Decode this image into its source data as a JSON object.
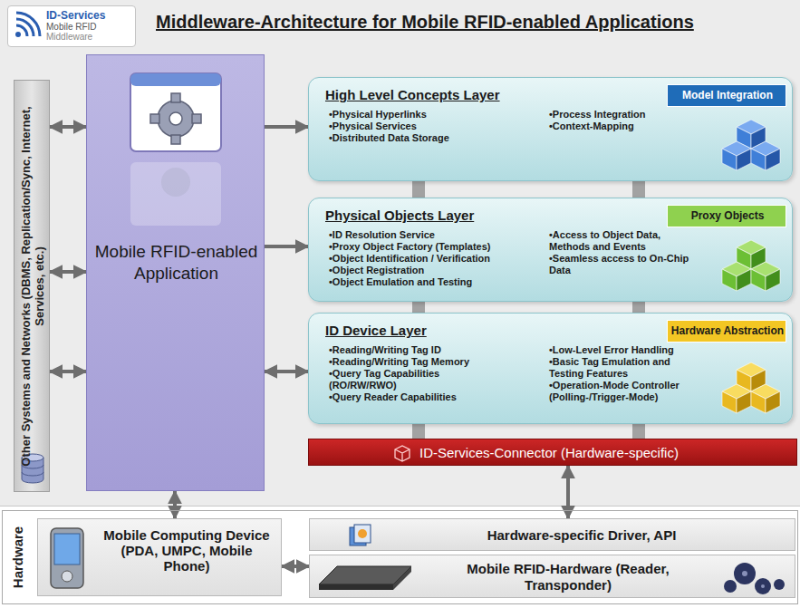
{
  "diagram": {
    "title": "Middleware-Architecture for Mobile RFID-enabled Applications",
    "nodes": [
      {
        "text": [
          "ID-Services",
          "Mobile RFID",
          "Middleware"
        ]
      },
      {
        "text": [
          "Other Systems and Networks (DBMS, Replication/Sync, Internet, Services, etc.)"
        ]
      },
      {
        "text": [
          "Mobile RFID-enabled Application"
        ]
      },
      {
        "text": [
          "High Level Concepts Layer",
          "•Physical Hyperlinks",
          "•Physical Services",
          "•Distributed Data Storage",
          "•Process Integration",
          "•Context-Mapping"
        ]
      },
      {
        "text": [
          "Model Integration"
        ],
        "in": 3
      },
      {
        "text": [
          "Physical Objects Layer",
          "•ID Resolution Service",
          "•Proxy Object Factory (Templates)",
          "•Object Identification / Verification",
          "•Object Registration",
          "•Object Emulation and Testing",
          "•Access to Object Data, Methods and Events",
          "•Seamless access to On-Chip Data"
        ]
      },
      {
        "text": [
          "Proxy Objects"
        ],
        "in": 5
      },
      {
        "text": [
          "ID Device Layer",
          "•Reading/Writing Tag ID",
          "•Reading/Writing Tag Memory",
          "•Query Tag Capabilities (RO/RW/RWO)",
          "•Query Reader Capabilities",
          "•Low-Level Error Handling",
          "•Basic Tag Emulation and Testing Features",
          "•Operation-Mode Controller (Polling-/Trigger-Mode)"
        ]
      },
      {
        "text": [
          "Hardware Abstraction"
        ],
        "in": 7
      },
      {
        "text": [
          "ID-Services-Connector (Hardware-specific)"
        ]
      },
      {
        "text": [
          "Hardware"
        ]
      },
      {
        "text": [
          "Mobile Computing Device (PDA, UMPC, Mobile Phone)"
        ],
        "in": 10
      },
      {
        "text": [
          "Hardware-specific Driver, API"
        ],
        "in": 10
      },
      {
        "text": [
          "Mobile RFID-Hardware (Reader, Transponder)"
        ],
        "in": 10
      }
    ],
    "edges": [
      {
        "from": 2,
        "to": 1,
        "arrow": "both"
      },
      {
        "from": 2,
        "to": 1,
        "arrow": "both"
      },
      {
        "from": 2,
        "to": 1,
        "arrow": "both"
      },
      {
        "from": 2,
        "to": 3,
        "arrow": "to"
      },
      {
        "from": 2,
        "to": 5,
        "arrow": "to"
      },
      {
        "from": 2,
        "to": 7,
        "arrow": "both"
      },
      {
        "from": 3,
        "to": 5,
        "arrow": "none"
      },
      {
        "from": 3,
        "to": 5,
        "arrow": "none"
      },
      {
        "from": 5,
        "to": 7,
        "arrow": "none"
      },
      {
        "from": 5,
        "to": 7,
        "arrow": "none"
      },
      {
        "from": 7,
        "to": 9,
        "arrow": "none"
      },
      {
        "from": 7,
        "to": 9,
        "arrow": "none"
      },
      {
        "from": 2,
        "to": 11,
        "arrow": "both"
      },
      {
        "from": 9,
        "to": 12,
        "arrow": "both"
      },
      {
        "from": 11,
        "to": 13,
        "arrow": "both"
      }
    ]
  }
}
